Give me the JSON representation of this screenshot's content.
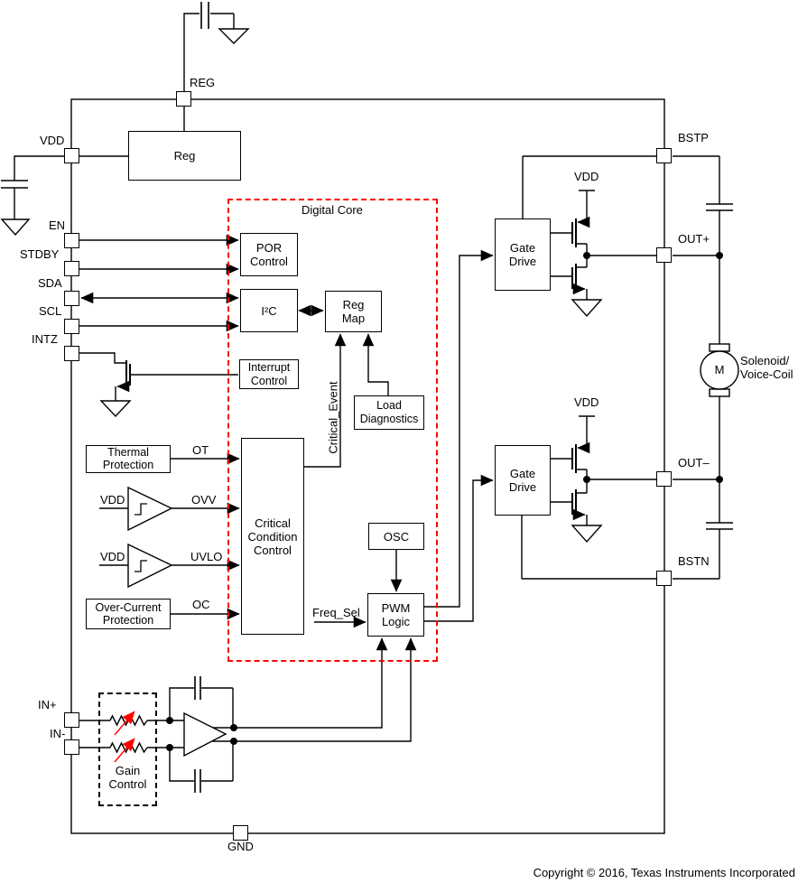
{
  "copyright": "Copyright © 2016, Texas Instruments Incorporated",
  "colors": {
    "wire": "#000000",
    "digital_core_border": "#ff0000",
    "gain_control_border": "#000000",
    "gain_arrow": "#ff0000"
  },
  "pins": {
    "reg": "REG",
    "vdd": "VDD",
    "en": "EN",
    "stdby": "STDBY",
    "sda": "SDA",
    "scl": "SCL",
    "intz": "INTZ",
    "in_plus": "IN+",
    "in_minus": "IN-",
    "bstp": "BSTP",
    "out_plus": "OUT+",
    "out_minus": "OUT–",
    "bstn": "BSTN",
    "gnd": "GND"
  },
  "blocks": {
    "reg": "Reg",
    "por_control": "POR\nControl",
    "i2c": "I²C",
    "reg_map": "Reg\nMap",
    "interrupt_control": "Interrupt\nControl",
    "load_diagnostics": "Load\nDiagnostics",
    "critical_condition_control": "Critical\nCondition\nControl",
    "thermal_protection": "Thermal\nProtection",
    "over_current_protection": "Over-Current\nProtection",
    "osc": "OSC",
    "pwm_logic": "PWM\nLogic",
    "gate_drive_top": "Gate\nDrive",
    "gate_drive_bottom": "Gate\nDrive"
  },
  "regions": {
    "digital_core": "Digital Core",
    "gain_control": "Gain\nControl"
  },
  "signals": {
    "ot": "OT",
    "ovv": "OVV",
    "uvlo": "UVLO",
    "oc": "OC",
    "freq_sel": "Freq_Sel",
    "critical_event": "Critical_Event",
    "comparator_ovv_input": "VDD",
    "comparator_uvlo_input": "VDD",
    "bridge_top_supply": "VDD",
    "bridge_bottom_supply": "VDD"
  },
  "motor": {
    "symbol": "M",
    "label": "Solenoid/\nVoice-Coil"
  }
}
